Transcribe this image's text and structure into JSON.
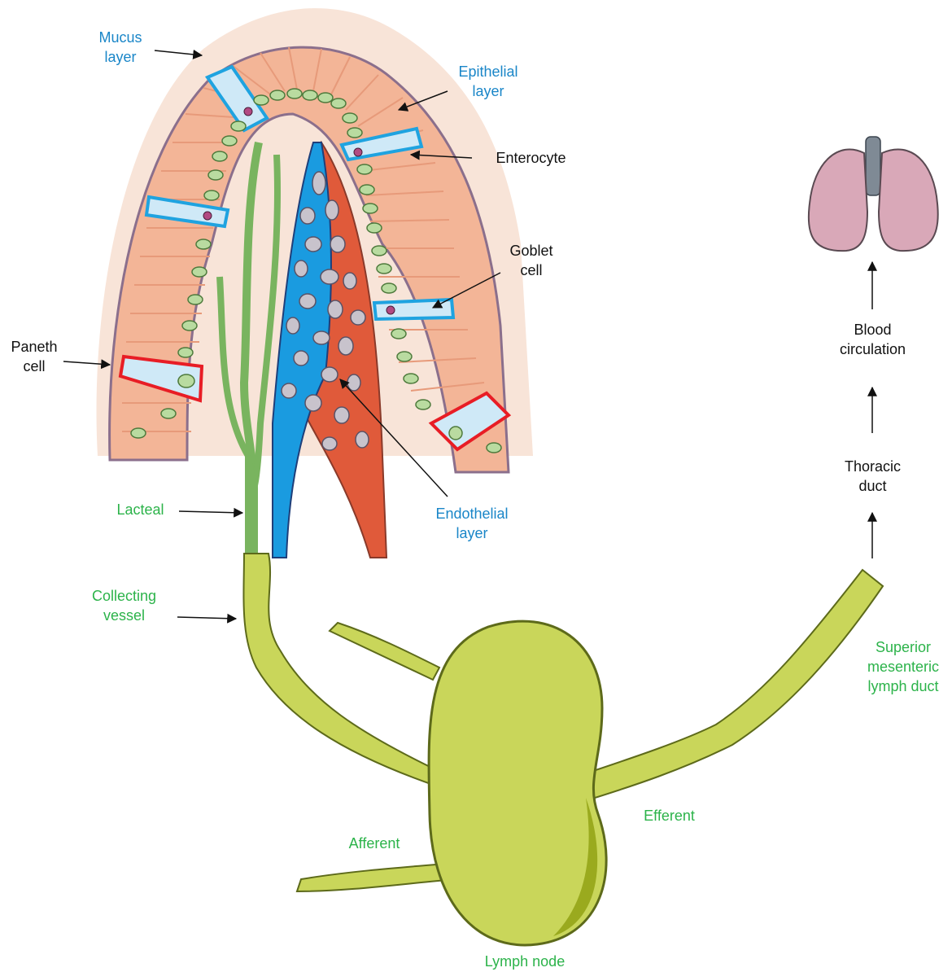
{
  "labels": {
    "mucus_layer": [
      "Mucus",
      "layer"
    ],
    "epithelial_layer": [
      "Epithelial",
      "layer"
    ],
    "enterocyte": [
      "Enterocyte"
    ],
    "goblet_cell": [
      "Goblet",
      "cell"
    ],
    "paneth_cell": [
      "Paneth",
      "cell"
    ],
    "lacteal": [
      "Lacteal"
    ],
    "endothelial_layer": [
      "Endothelial",
      "layer"
    ],
    "collecting_vessel": [
      "Collecting",
      "vessel"
    ],
    "blood_circulation": [
      "Blood",
      "circulation"
    ],
    "thoracic_duct": [
      "Thoracic",
      "duct"
    ],
    "superior_mesenteric_lymph_duct": [
      "Superior",
      "mesenteric",
      "lymph duct"
    ],
    "efferent": [
      "Efferent"
    ],
    "afferent": [
      "Afferent"
    ],
    "lymph_node": [
      "Lymph node"
    ]
  },
  "colors": {
    "label_blue": "#1a86c8",
    "label_green": "#2cb34a",
    "mucus": "#f8e4d8",
    "epithelium": "#f3b597",
    "epithelium_stroke": "#e79a7a",
    "goblet_fill": "#cfe9f7",
    "goblet_stroke": "#1fa3e0",
    "paneth_stroke": "#e81d25",
    "nucleus": "#b9dba0",
    "lacteal": "#79b45f",
    "capillary_blue": "#1a9be0",
    "capillary_red": "#e05a3a",
    "lymph": "#c9d65a",
    "lymph_dark": "#9aaa1e",
    "lung": "#d9a8b8"
  }
}
